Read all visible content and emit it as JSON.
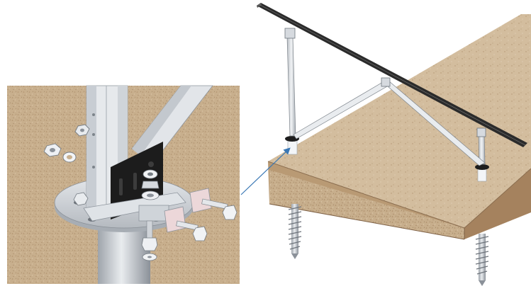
{
  "diagram": {
    "elements": [
      {
        "id": "detail-inset",
        "kind": "close-up view of pole base plate with bolts, washers and nuts"
      },
      {
        "id": "callout-arrow",
        "kind": "arrow from close-up to mounting point"
      },
      {
        "id": "ground-slab",
        "kind": "soil block"
      },
      {
        "id": "mount-frame",
        "kind": "tilted rail with two legs and diagonal braces"
      },
      {
        "id": "ground-screws",
        "kind": "two helical ground screws below the slab"
      }
    ],
    "colors": {
      "soil_top": "#cfb89a",
      "soil_side": "#b08f6a",
      "soil_front": "#a98561",
      "metal": "#d9dde2",
      "metal_dark": "#8e959d",
      "rail": "#2b2b2b",
      "arrow": "#3a78b5",
      "plate_black": "#1c1c1c"
    }
  }
}
